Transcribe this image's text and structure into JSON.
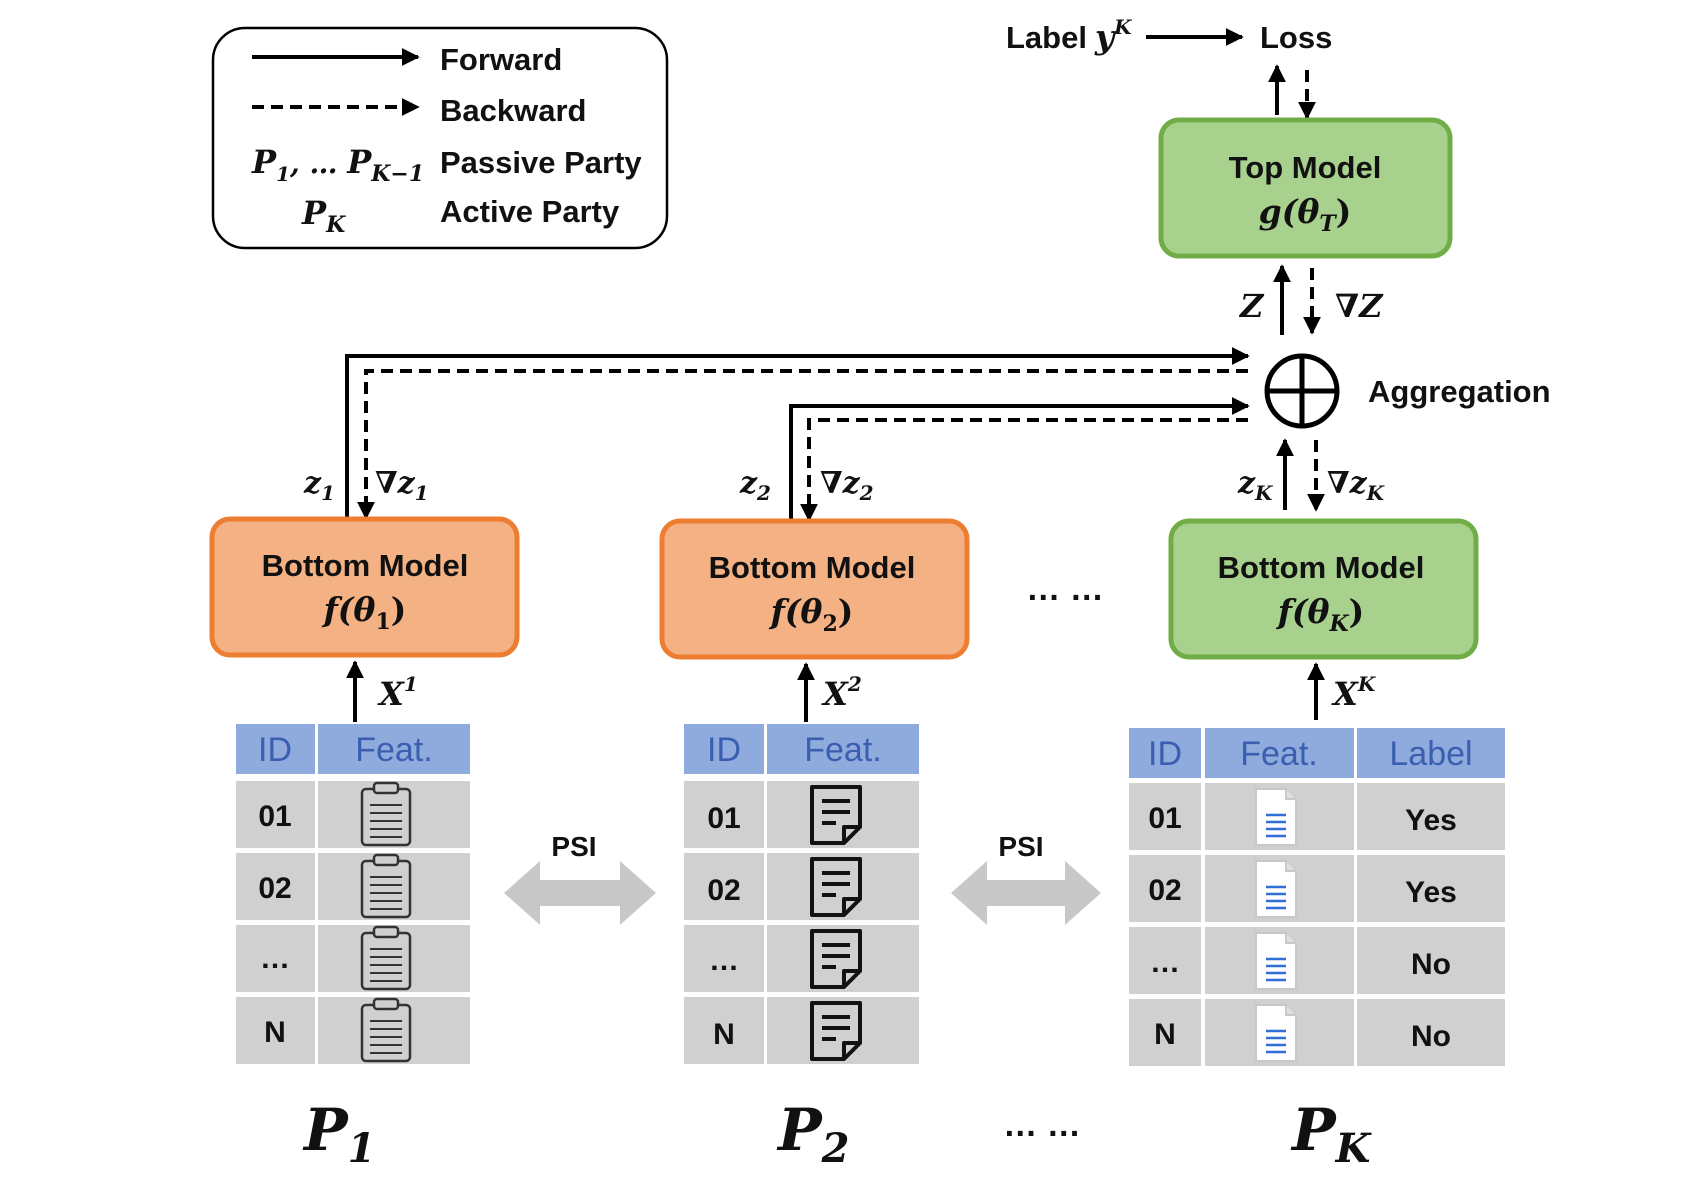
{
  "legend": {
    "forward": "Forward",
    "backward": "Backward",
    "passive_symbol": "P",
    "passive_sub1": "1",
    "passive_mid": ", … ",
    "passive_sub2": "K−1",
    "passive_label": "Passive Party",
    "active_symbol": "P",
    "active_sub": "K",
    "active_label": "Active Party"
  },
  "top": {
    "label_word": "Label",
    "label_var": "y",
    "label_sup": "K",
    "loss": "Loss",
    "model_title": "Top Model",
    "model_fn": "g(",
    "model_theta": "θ",
    "model_sub": "T",
    "model_close": ")",
    "z": "Z",
    "grad_z": "∇Z",
    "aggregation": "Aggregation"
  },
  "bottom_models": [
    {
      "title": "Bottom Model",
      "fn": "f(",
      "theta": "θ",
      "sub": "1",
      "close": ")",
      "z": "z",
      "z_sub": "1",
      "grad": "∇z",
      "grad_sub": "1",
      "x": "X",
      "x_sup": "1"
    },
    {
      "title": "Bottom Model",
      "fn": "f(",
      "theta": "θ",
      "sub": "2",
      "close": ")",
      "z": "z",
      "z_sub": "2",
      "grad": "∇z",
      "grad_sub": "2",
      "x": "X",
      "x_sup": "2"
    },
    {
      "title": "Bottom Model",
      "fn": "f(",
      "theta": "θ",
      "sub": "K",
      "close": ")",
      "z": "z",
      "z_sub": "K",
      "grad": "∇z",
      "grad_sub": "K",
      "x": "X",
      "x_sup": "K"
    }
  ],
  "ellipsis_middle": "… …",
  "ellipsis_bottom": "… …",
  "psi_1": "PSI",
  "psi_2": "PSI",
  "tables": [
    {
      "headers": [
        "ID",
        "Feat."
      ],
      "rows": [
        "01",
        "02",
        "…",
        "N"
      ],
      "icon": "clipboard-icon"
    },
    {
      "headers": [
        "ID",
        "Feat."
      ],
      "rows": [
        "01",
        "02",
        "…",
        "N"
      ],
      "icon": "note-icon"
    },
    {
      "headers": [
        "ID",
        "Feat.",
        "Label"
      ],
      "rows": [
        "01",
        "02",
        "…",
        "N"
      ],
      "labels": [
        "Yes",
        "Yes",
        "No",
        "No"
      ],
      "icon": "document-icon"
    }
  ],
  "parties": [
    {
      "symbol": "P",
      "sub": "1"
    },
    {
      "symbol": "P",
      "sub": "2"
    },
    {
      "symbol": "P",
      "sub": "K"
    }
  ],
  "colors": {
    "passive_fill": "#f4b183",
    "passive_border": "#ed7d31",
    "active_fill": "#a9d18e",
    "active_border": "#70ad47",
    "table_header": "#8faadc",
    "table_cell": "#d0d0d0",
    "psi_arrow": "#c8c8c8"
  }
}
